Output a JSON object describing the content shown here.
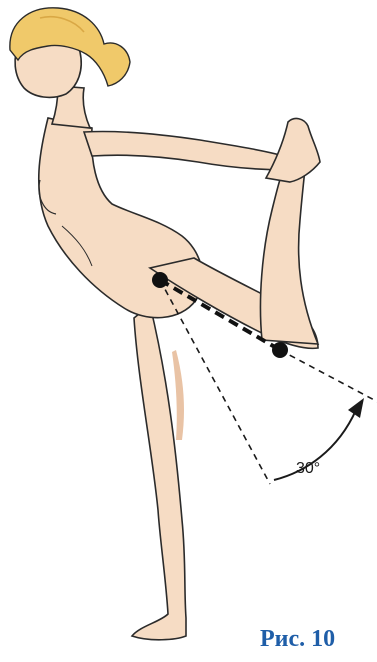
{
  "angle_label": "30°",
  "figure_caption": "Рис. 10",
  "colors": {
    "skin": "#f6dcc4",
    "skin_shadow": "#e9c3a5",
    "outline": "#2b2b2b",
    "hair": "#f0c96a",
    "hair_shade": "#d9a845",
    "marker": "#111111",
    "caption": "#1f5ea8"
  },
  "elements": {
    "marker_hip": "hip-joint",
    "marker_knee": "knee-joint",
    "thigh_line": "thigh-axis-line",
    "reference_line": "hip-reference-line",
    "angle_arc": "angle-arc-arrow"
  }
}
